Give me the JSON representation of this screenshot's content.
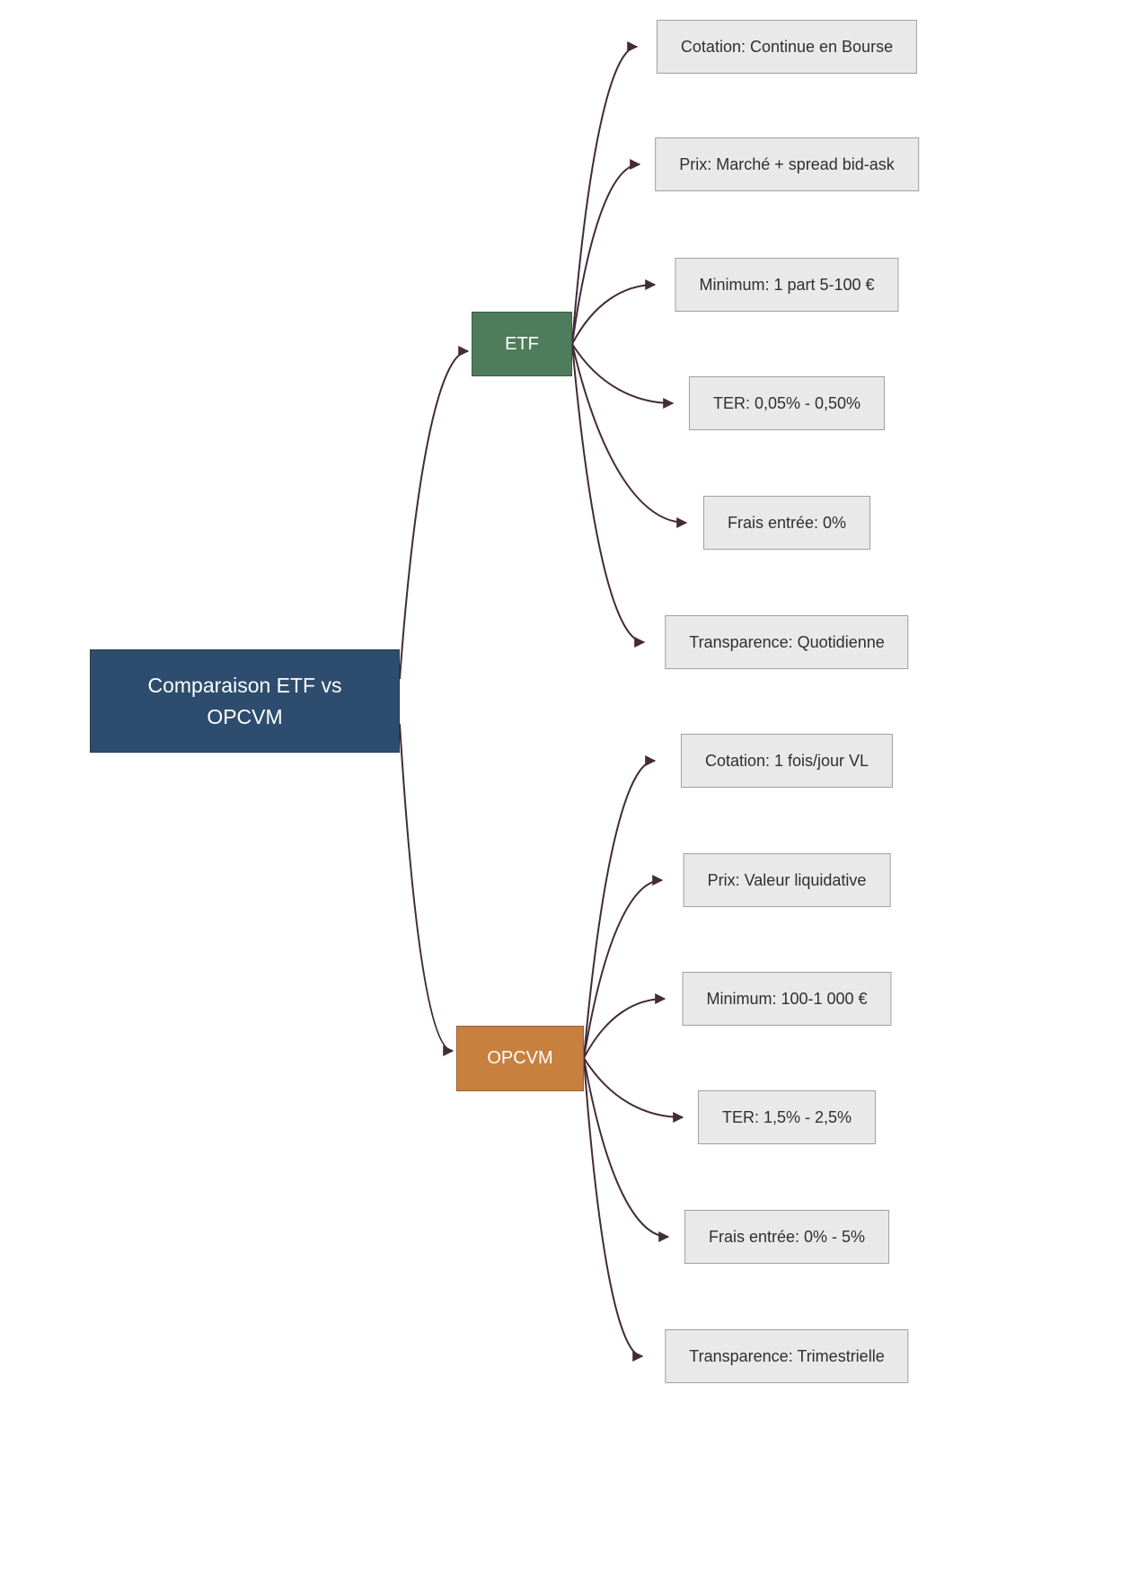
{
  "title": "Comparaison ETF vs OPCVM",
  "colors": {
    "root_bg": "#2e4d6e",
    "etf_bg": "#4f7d5c",
    "opcvm_bg": "#c8803f",
    "leaf_bg": "#e9e9e9",
    "edge": "#432b38",
    "node_text": "#ffffff",
    "leaf_text": "#2f2f2f"
  },
  "root": {
    "label": "Comparaison ETF vs OPCVM"
  },
  "branches": [
    {
      "label": "ETF",
      "children": [
        "Cotation: Continue en Bourse",
        "Prix: Marché + spread bid-ask",
        "Minimum: 1 part 5-100 €",
        "TER: 0,05% - 0,50%",
        "Frais entrée: 0%",
        "Transparence: Quotidienne"
      ]
    },
    {
      "label": "OPCVM",
      "children": [
        "Cotation: 1 fois/jour VL",
        "Prix: Valeur liquidative",
        "Minimum: 100-1 000 €",
        "TER: 1,5% - 2,5%",
        "Frais entrée: 0% - 5%",
        "Transparence: Trimestrielle"
      ]
    }
  ]
}
